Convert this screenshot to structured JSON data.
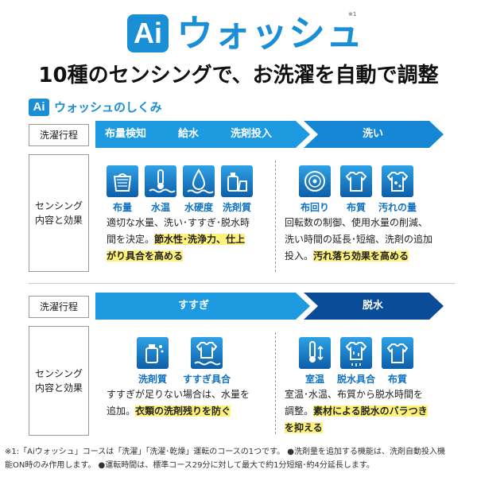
{
  "brand": {
    "badge": "Ai",
    "name": "ウォッシュ",
    "note": "※1"
  },
  "headline": "10種のセンシングで、お洗濯を自動で調整",
  "subheading": {
    "badge": "Ai",
    "text": "ウォッシュのしくみ"
  },
  "section1": {
    "process_label": "洗濯行程",
    "sensing_label_line1": "センシング",
    "sensing_label_line2": "内容と効果",
    "steps_left": [
      "布量検知",
      "給水",
      "洗剤投入"
    ],
    "step_right": "洗い",
    "icons_left": [
      "布量",
      "水温",
      "水硬度",
      "洗剤質"
    ],
    "desc_left_1": "適切な水量、洗い･すすぎ･脱水時",
    "desc_left_2": "間を決定。",
    "desc_left_hl1": "節水性･洗浄力、仕上",
    "desc_left_hl2": "がり具合を高める",
    "icons_right": [
      "布回り",
      "布質",
      "汚れの量"
    ],
    "desc_right_1": "回転数の制御、使用水量の削減、",
    "desc_right_2": "洗い時間の延長･短縮、洗剤の追加",
    "desc_right_3": "投入。",
    "desc_right_hl": "汚れ落ち効果を高める"
  },
  "section2": {
    "process_label": "洗濯行程",
    "sensing_label_line1": "センシング",
    "sensing_label_line2": "内容と効果",
    "step_left": "すすぎ",
    "step_right": "脱水",
    "icons_left": [
      "洗剤質",
      "すすぎ具合"
    ],
    "desc_left_1": "すすぎが足りない場合は、水量を",
    "desc_left_2": "追加。",
    "desc_left_hl": "衣類の洗剤残りを防ぐ",
    "icons_right": [
      "室温",
      "脱水具合",
      "布質"
    ],
    "desc_right_1": "室温･水温、布質から脱水時間を",
    "desc_right_2": "調整。",
    "desc_right_hl1": "素材による脱水のバラつき",
    "desc_right_hl2": "を抑える"
  },
  "footnote": {
    "line1": "※1:「Aiウォッシュ」コースは「洗濯」「洗濯･乾燥」運転のコースの1つです。 ●洗剤量を追加する機能は、洗剤自動投入機",
    "line2": "能ON時のみ作用します。 ●運転時間は、標準コース29分に対して最大で約1分短縮･約4分延長します。"
  }
}
